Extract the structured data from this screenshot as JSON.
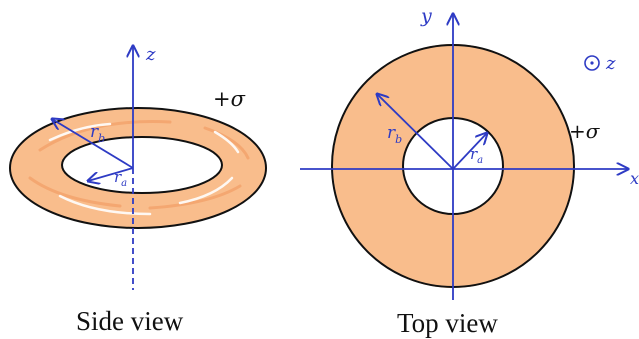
{
  "colors": {
    "ring_fill": "#f9bd8c",
    "ring_fill_dark": "#f3a26b",
    "ring_stroke": "#111111",
    "axis": "#2e3bc4",
    "ink": "#111111"
  },
  "side_view": {
    "caption": "Side view",
    "axis_label": "z",
    "charge_label": "+σ",
    "outer_radius_label": "r",
    "outer_radius_sub": "b",
    "inner_radius_label": "r",
    "inner_radius_sub": "a"
  },
  "top_view": {
    "caption": "Top view",
    "x_axis_label": "x",
    "y_axis_label": "y",
    "z_out_label": "z",
    "charge_label": "+σ",
    "outer_radius_label": "r",
    "outer_radius_sub": "b",
    "inner_radius_label": "r",
    "inner_radius_sub": "a"
  },
  "icons": [
    "arrow-head-icon",
    "out-of-page-icon"
  ]
}
